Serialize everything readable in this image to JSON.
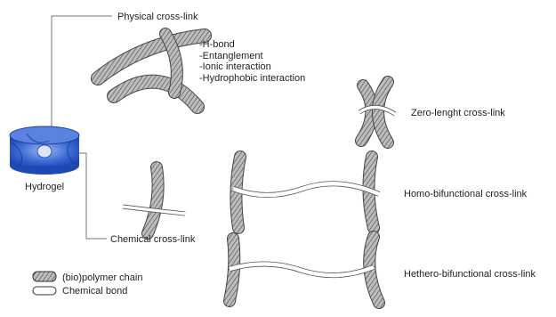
{
  "labels": {
    "physical": "Physical cross-link",
    "hydrogel": "Hydrogel",
    "chemical": "Chemical cross-link",
    "zero_length": "Zero-lenght cross-link",
    "homo": "Homo-bifunctional cross-link",
    "hetero": "Hethero-bifunctional cross-link"
  },
  "physical_types": [
    "-H-bond",
    "-Entanglement",
    "-Ionic interaction",
    "-Hydrophobic interaction"
  ],
  "legend": [
    {
      "icon": "polymer-chain-icon",
      "label": "(bio)polymer chain"
    },
    {
      "icon": "chemical-bond-icon",
      "label": "Chemical bond"
    }
  ],
  "colors": {
    "hydrogel": "#2f5fd0",
    "chain": "#8a8a8a",
    "line": "#555555"
  }
}
